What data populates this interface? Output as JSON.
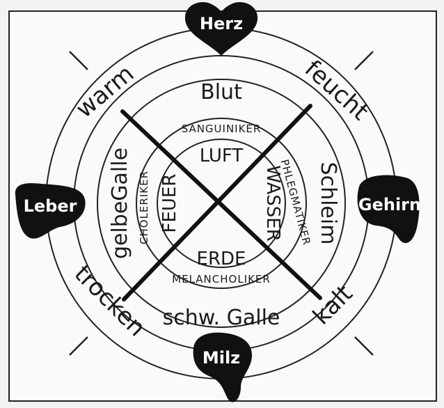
{
  "organs": {
    "top": "Herz",
    "left": "Leber",
    "right": "Gehirn",
    "bottom": "Milz"
  },
  "qualities": {
    "top_left": "warm",
    "top_right": "feucht",
    "bottom_left": "trocken",
    "bottom_right": "kalt"
  },
  "humors": {
    "top": "Blut",
    "left": "gelbeGalle",
    "right": "Schleim",
    "bottom": "schw. Galle"
  },
  "temperaments": {
    "top": "SANGUINIKER",
    "left": "CHOLERIKER",
    "right": "PHLEGMATIKER",
    "bottom": "MELANCHOLIKER"
  },
  "elements": {
    "top": "LUFT",
    "left": "FEUER",
    "right": "WASSER",
    "bottom": "ERDE"
  }
}
